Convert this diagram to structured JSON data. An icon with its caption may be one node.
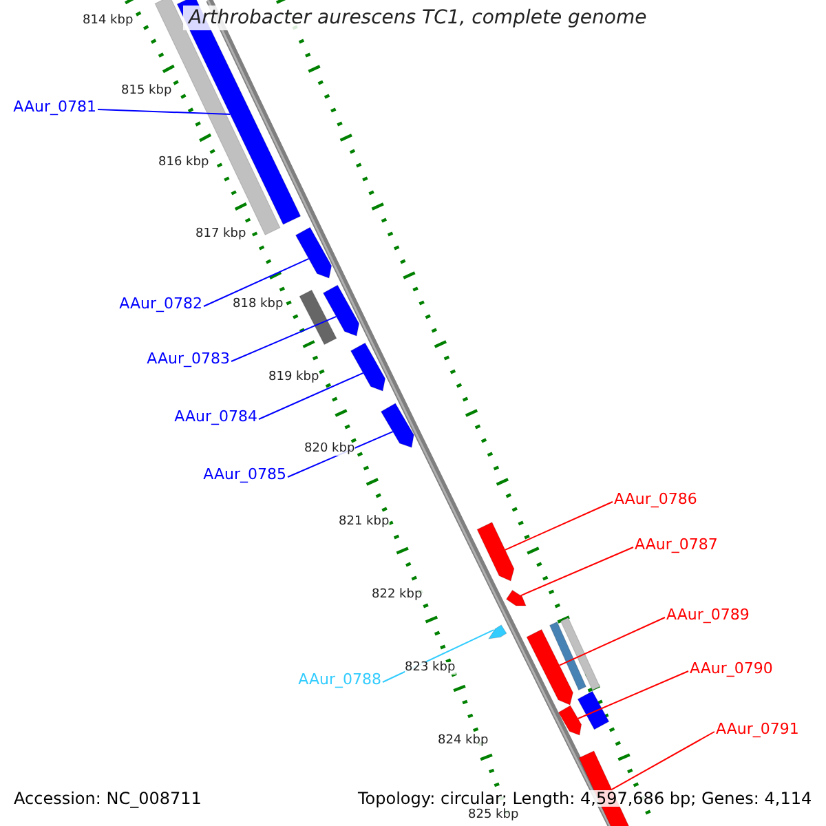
{
  "diagram": {
    "title": "Arthrobacter aurescens TC1, complete genome",
    "nodes": [
      {
        "text": [
          "AAur_0781"
        ]
      },
      {
        "text": [
          "AAur_0782"
        ]
      },
      {
        "text": [
          "AAur_0783"
        ]
      },
      {
        "text": [
          "AAur_0784"
        ]
      },
      {
        "text": [
          "AAur_0785"
        ]
      },
      {
        "text": [
          "AAur_0786"
        ]
      },
      {
        "text": [
          "AAur_0787"
        ]
      },
      {
        "text": [
          "AAur_0788"
        ]
      },
      {
        "text": [
          "AAur_0789"
        ]
      },
      {
        "text": [
          "AAur_0790"
        ]
      },
      {
        "text": [
          "AAur_0791"
        ]
      },
      {
        "text": [],
        "shape": "bar"
      },
      {
        "text": [],
        "shape": "bar"
      },
      {
        "text": [],
        "shape": "bar"
      },
      {
        "text": [],
        "shape": "bar"
      },
      {
        "text": [],
        "shape": "bar"
      },
      {
        "text": [],
        "shape": "bar"
      },
      {
        "text": [],
        "shape": "bar"
      },
      {
        "text": [],
        "shape": "bar"
      },
      {
        "text": [],
        "shape": "bar"
      },
      {
        "text": [],
        "shape": "bar"
      },
      {
        "text": [],
        "shape": "bar"
      }
    ],
    "edges": [
      {
        "from": 0,
        "to": 11,
        "arrow": "none"
      },
      {
        "from": 1,
        "to": 12,
        "arrow": "none"
      },
      {
        "from": 2,
        "to": 13,
        "arrow": "none"
      },
      {
        "from": 3,
        "to": 14,
        "arrow": "none"
      },
      {
        "from": 4,
        "to": 15,
        "arrow": "none"
      },
      {
        "from": 5,
        "to": 16,
        "arrow": "none",
        "color": "#ff0000"
      },
      {
        "from": 6,
        "to": 17,
        "arrow": "none",
        "color": "#ff0000"
      },
      {
        "from": 7,
        "to": 18,
        "arrow": "none",
        "color": "#33ccff"
      },
      {
        "from": 8,
        "to": 19,
        "arrow": "none",
        "color": "#ff0000"
      },
      {
        "from": 9,
        "to": 20,
        "arrow": "none",
        "color": "#ff0000"
      },
      {
        "from": 10,
        "to": 21,
        "arrow": "none",
        "color": "#ff0000"
      }
    ],
    "labels": [
      "814 kbp",
      "815 kbp",
      "816 kbp",
      "817 kbp",
      "818 kbp",
      "819 kbp",
      "820 kbp",
      "821 kbp",
      "822 kbp",
      "823 kbp",
      "824 kbp",
      "825 kbp",
      "Accession: NC_008711",
      "Topology: circular; Length: 4,597,686 bp; Genes: 4,114"
    ]
  }
}
